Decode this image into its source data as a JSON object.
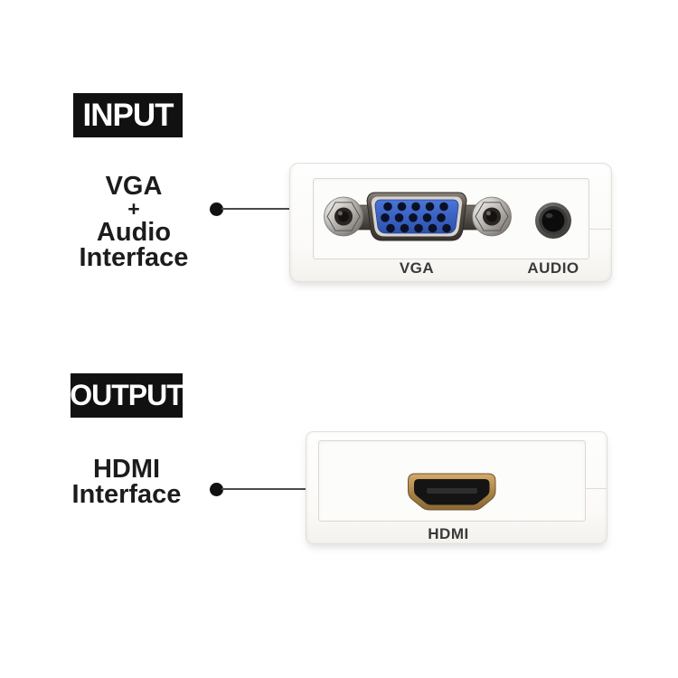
{
  "canvas": {
    "background": "#ffffff"
  },
  "input_section": {
    "tag": "INPUT",
    "label_lines": [
      "VGA",
      "+",
      "Audio",
      "Interface"
    ]
  },
  "output_section": {
    "tag": "OUTPUT",
    "label_lines": [
      "HDMI",
      "Interface"
    ]
  },
  "top_device": {
    "port_labels": {
      "vga": "VGA",
      "audio": "AUDIO"
    }
  },
  "bottom_device": {
    "port_labels": {
      "hdmi": "HDMI"
    }
  },
  "colors": {
    "tag_background": "#111111",
    "tag_text": "#ffffff",
    "annotation_text": "#1c1c1c",
    "leader_line": "#4a4a4a",
    "device_body": "#fbfaf8",
    "panel_border": "#dcd8d0",
    "port_label_text": "#3a3a3a",
    "vga_insert_blue": "#3560c8",
    "vga_shell_dark": "#46413c",
    "metal_silver": "#d9d7d3",
    "audio_jack_black": "#0c0c0c",
    "hdmi_gold": "#b08b4d",
    "hdmi_interior_black": "#141414"
  }
}
